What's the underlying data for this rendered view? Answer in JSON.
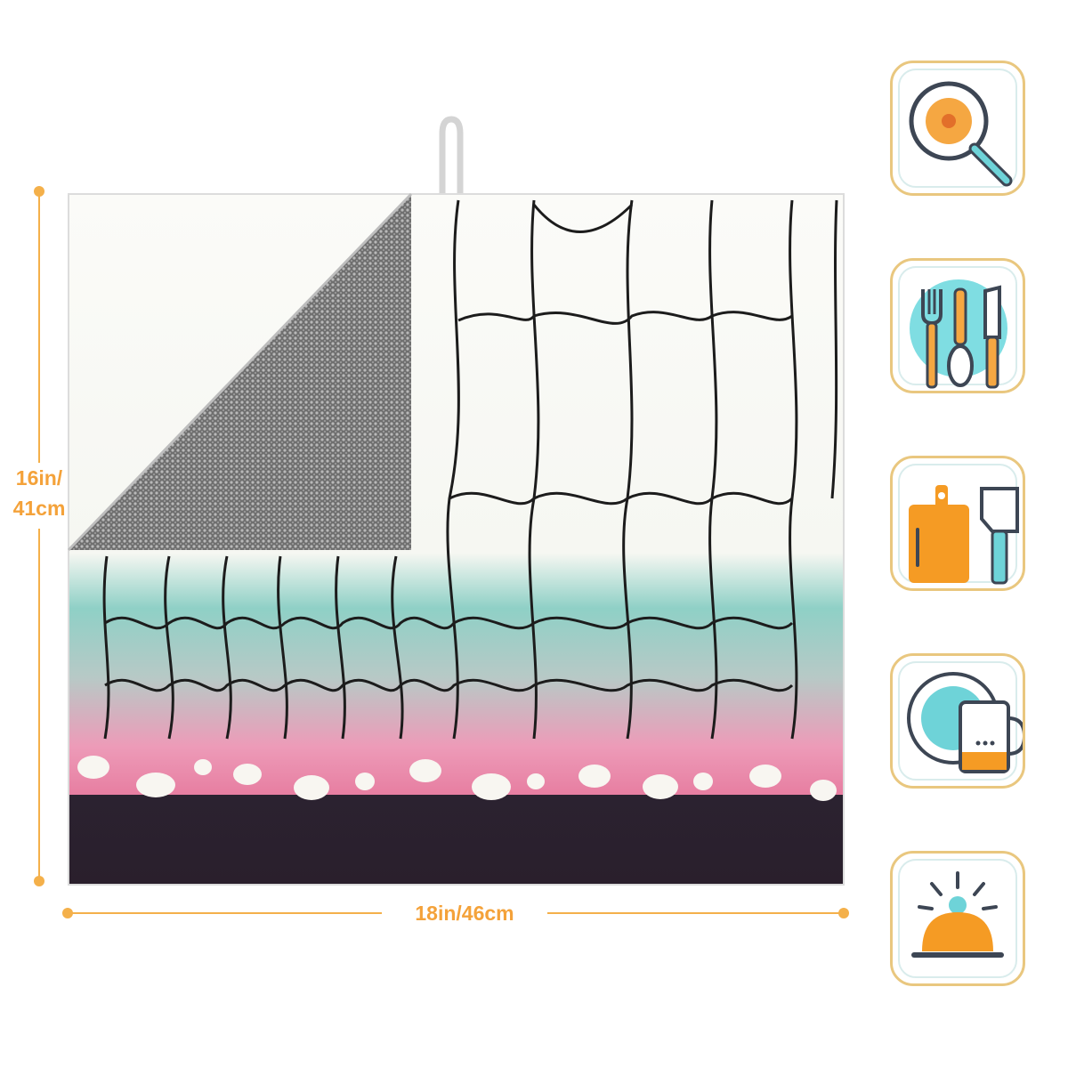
{
  "dimensions": {
    "height_line1": "16in/",
    "height_line2": "41cm",
    "width_label": "18in/46cm"
  },
  "feature_icons": [
    "frying-pan-icon",
    "cutlery-icon",
    "cutting-board-cleaver-icon",
    "plate-mug-icon",
    "serving-cloche-icon"
  ],
  "colors": {
    "accent": "#f4b04a",
    "icon_orange": "#f59b24",
    "icon_teal": "#6ed3d8",
    "icon_outline": "#3d4654",
    "mat_teal": "#7fc6bd",
    "mat_pink": "#e07a9c",
    "mat_dark": "#2a1f2c",
    "mat_back_gray": "#7b7b7b"
  }
}
